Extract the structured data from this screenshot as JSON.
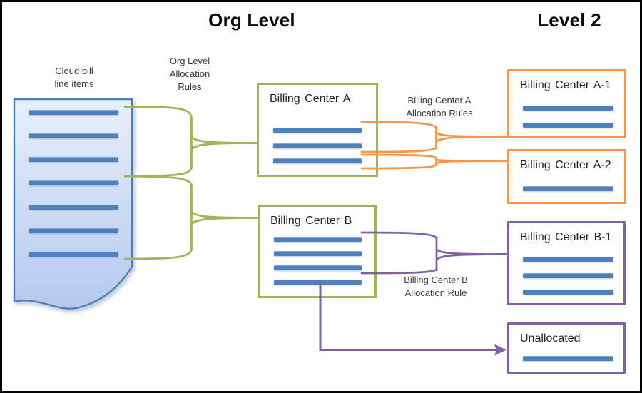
{
  "titles": {
    "org_level": "Org Level",
    "level_2": "Level 2"
  },
  "labels": {
    "cloud_bill": "Cloud bill\nline items",
    "org_level_rules": "Org Level\nAllocation\nRules",
    "billing_center_a_rules": "Billing Center A\nAllocation Rules",
    "billing_center_b_rule": "Billing Center B\nAllocation Rule"
  },
  "document": {
    "label": "Cloud bill line items",
    "line_count": 7
  },
  "boxes": {
    "a": {
      "title": "Billing Center A",
      "line_count": 3
    },
    "b": {
      "title": "Billing Center B",
      "line_count": 4
    },
    "a1": {
      "title": "Billing Center A-1",
      "line_count": 2
    },
    "a2": {
      "title": "Billing Center A-2",
      "line_count": 1
    },
    "b1": {
      "title": "Billing Center B-1",
      "line_count": 3
    },
    "unallocated": {
      "title": "Unallocated",
      "line_count": 1
    }
  },
  "colors": {
    "green": "#9BB558",
    "orange": "#F6954B",
    "purple": "#7E62A1",
    "blue_line": "#4E80BC",
    "doc_border": "#4E80BC",
    "doc_fill_top": "#E9F0FB",
    "doc_fill_bottom": "#B4C9EE",
    "outer_border": "#000000",
    "text": "#383838"
  }
}
